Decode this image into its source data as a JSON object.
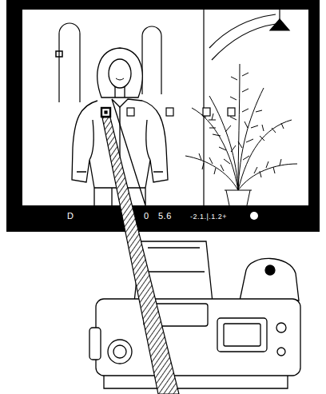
{
  "diagram": {
    "labels": [
      "D",
      "0",
      "5.6",
      "-2.1.|.1.2+"
    ]
  }
}
